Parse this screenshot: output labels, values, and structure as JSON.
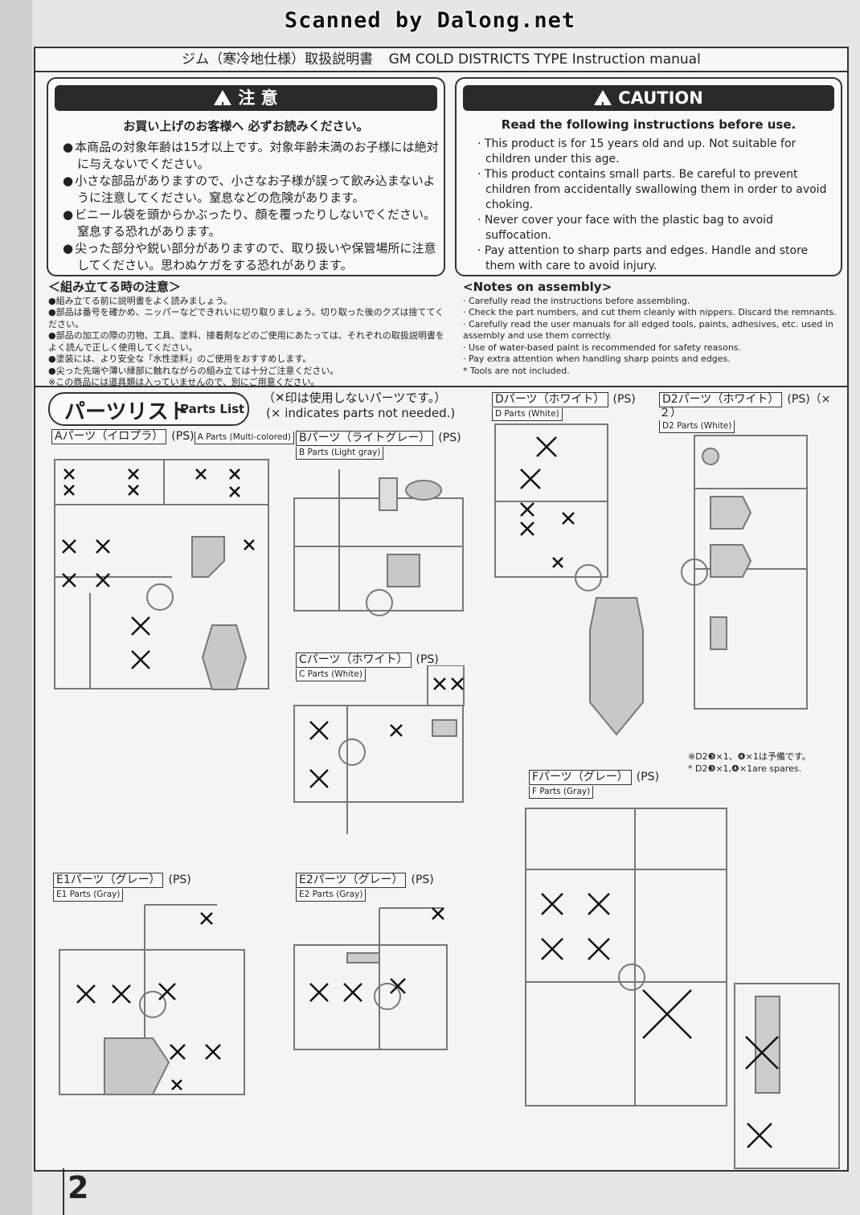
{
  "watermark": "Scanned by Dalong.net",
  "header": {
    "jp": "ジム（寒冷地仕様）取扱説明書",
    "en": "GM COLD DISTRICTS TYPE  Instruction manual"
  },
  "caution_jp": {
    "title": "注 意",
    "lead": "お買い上げのお客様へ 必ずお読みください。",
    "items": [
      "本商品の対象年齢は15才以上です。対象年齢未満のお子様には絶対に与えないでください。",
      "小さな部品がありますので、小さなお子様が誤って飲み込まないように注意してください。窒息などの危険があります。",
      "ビニール袋を頭からかぶったり、顔を覆ったりしないでください。窒息する恐れがあります。",
      "尖った部分や鋭い部分がありますので、取り扱いや保管場所に注意してください。思わぬケガをする恐れがあります。"
    ]
  },
  "caution_en": {
    "title": "CAUTION",
    "lead": "Read the following instructions before use.",
    "items": [
      "This product is for 15 years old and up. Not suitable for children under this age.",
      "This product contains small parts. Be careful to prevent children from accidentally swallowing them in order to avoid choking.",
      "Never cover your face with the plastic bag to avoid suffocation.",
      "Pay attention to sharp parts and edges. Handle and store them with care to avoid injury."
    ]
  },
  "notes_jp": {
    "title": "＜組み立てる時の注意＞",
    "items": [
      "●組み立てる前に説明書をよく読みましょう。",
      "●部品は番号を確かめ、ニッパーなどできれいに切り取りましょう。切り取った後のクズは捨ててください。",
      "●部品の加工の際の刃物、工具、塗料、接着剤などのご使用にあたっては、それぞれの取扱説明書をよく読んで正しく使用してください。",
      "●塗装には、より安全な「水性塗料」のご使用をおすすめします。",
      "●尖った先端や薄い縁部に触れながらの組み立ては十分ご注意ください。",
      "※この商品には道具類は入っていませんので、別にご用意ください。"
    ]
  },
  "notes_en": {
    "title": "<Notes on assembly>",
    "items": [
      "· Carefully read the instructions before assembling.",
      "· Check the part numbers, and cut them cleanly with nippers.  Discard the remnants.",
      "· Carefully read the user manuals for all edged tools, paints, adhesives, etc. used in assembly and use them correctly.",
      "· Use of water-based paint is recommended for safety reasons.",
      "· Pay extra attention when handling sharp points and edges.",
      "* Tools are not included."
    ]
  },
  "parts_list": {
    "title_jp": "パーツリスト",
    "title_en": "Parts List",
    "note_jp": "（✕印は使用しないパーツです。）",
    "note_en": "(× indicates parts not needed.)"
  },
  "runners": [
    {
      "id": "A",
      "jp": "Aパーツ（イロプラ）",
      "ps": "(PS)",
      "en": "A Parts (Multi-colored)"
    },
    {
      "id": "B",
      "jp": "Bパーツ（ライトグレー）",
      "ps": "(PS)",
      "en": "B Parts (Light gray)"
    },
    {
      "id": "C",
      "jp": "Cパーツ（ホワイト）",
      "ps": "(PS)",
      "en": "C Parts (White)"
    },
    {
      "id": "D",
      "jp": "Dパーツ（ホワイト）",
      "ps": "(PS)",
      "en": "D Parts (White)"
    },
    {
      "id": "D2",
      "jp": "D2パーツ（ホワイト）",
      "ps": "(PS)（×２）",
      "en": "D2 Parts (White)"
    },
    {
      "id": "E1",
      "jp": "E1パーツ（グレー）",
      "ps": "(PS)",
      "en": "E1 Parts (Gray)"
    },
    {
      "id": "E2",
      "jp": "E2パーツ（グレー）",
      "ps": "(PS)",
      "en": "E2 Parts (Gray)"
    },
    {
      "id": "F",
      "jp": "Fパーツ（グレー）",
      "ps": "(PS)",
      "en": "F Parts (Gray)"
    }
  ],
  "spares": {
    "jp": "※D2❸×1、❹×1は予備です。",
    "en": "* D2❸×1,❹×1are spares."
  },
  "page_number": "2"
}
